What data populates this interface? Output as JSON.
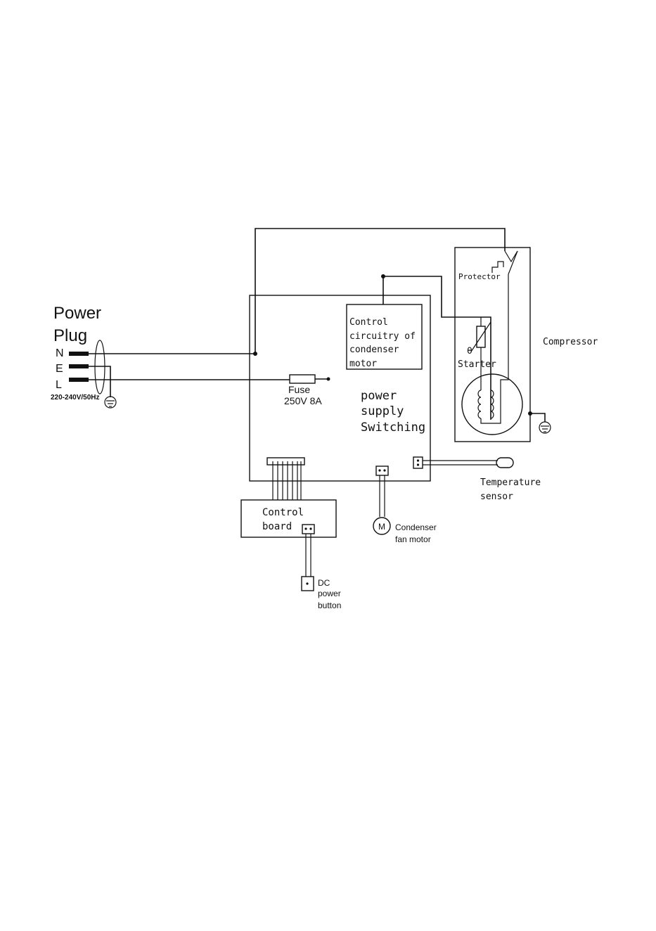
{
  "power_plug": {
    "title_line1": "Power",
    "title_line2": "Plug",
    "pin_n": "N",
    "pin_e": "E",
    "pin_l": "L",
    "rating": "220-240V/50Hz"
  },
  "fuse": {
    "label": "Fuse",
    "rating": "250V 8A"
  },
  "control_circuitry": {
    "line1": "Control",
    "line2": "circuitry of",
    "line3": "condenser",
    "line4": "motor"
  },
  "power_supply": {
    "line1": "power",
    "line2": "supply",
    "line3": "Switching"
  },
  "compressor": {
    "label": "Compressor",
    "protector": "Protector",
    "starter": "Starter",
    "theta": "θ"
  },
  "temperature_sensor": {
    "line1": "Temperature",
    "line2": "sensor"
  },
  "control_board": {
    "line1": "Control",
    "line2": "board"
  },
  "fan_motor": {
    "symbol": "M",
    "line1": "Condenser",
    "line2": "fan motor"
  },
  "dc_button": {
    "line1": "DC",
    "line2": "power",
    "line3": "button"
  }
}
